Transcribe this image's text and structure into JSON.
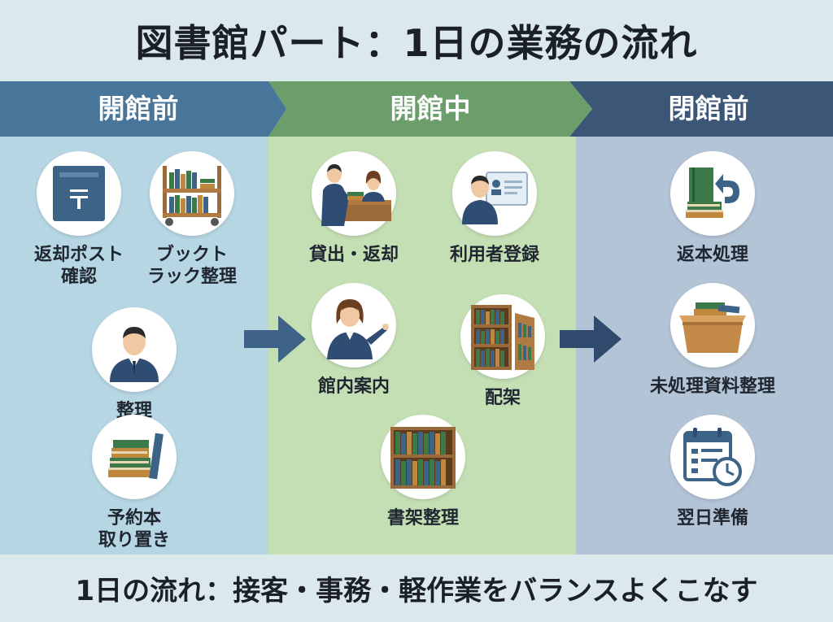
{
  "title": "図書館パート：1日の業務の流れ",
  "phases": [
    {
      "label": "開館前"
    },
    {
      "label": "開館中"
    },
    {
      "label": "閉館前"
    }
  ],
  "tasks": {
    "return_post": "返却ポスト\n確認",
    "bookcart": "ブックト\nラック整理",
    "organize": "整理",
    "reservation": "予約本\n取り置き",
    "lending": "貸出・返却",
    "registration": "利用者登録",
    "guidance": "館内案内",
    "shelving": "配架",
    "shelf_org": "書架整理",
    "return_process": "返本処理",
    "unprocessed": "未処理資料整理",
    "next_day": "翌日準備"
  },
  "footer": "1日の流れ：接客・事務・軽作業をバランスよくこなす",
  "colors": {
    "phase1_header": "#48759a",
    "phase2_header": "#6b9e6b",
    "phase3_header": "#3b5677",
    "phase1_bg": "#b7d6e3",
    "phase2_bg": "#c5dfb5",
    "phase3_bg": "#b3c4d6",
    "arrow": "#3e6288"
  }
}
